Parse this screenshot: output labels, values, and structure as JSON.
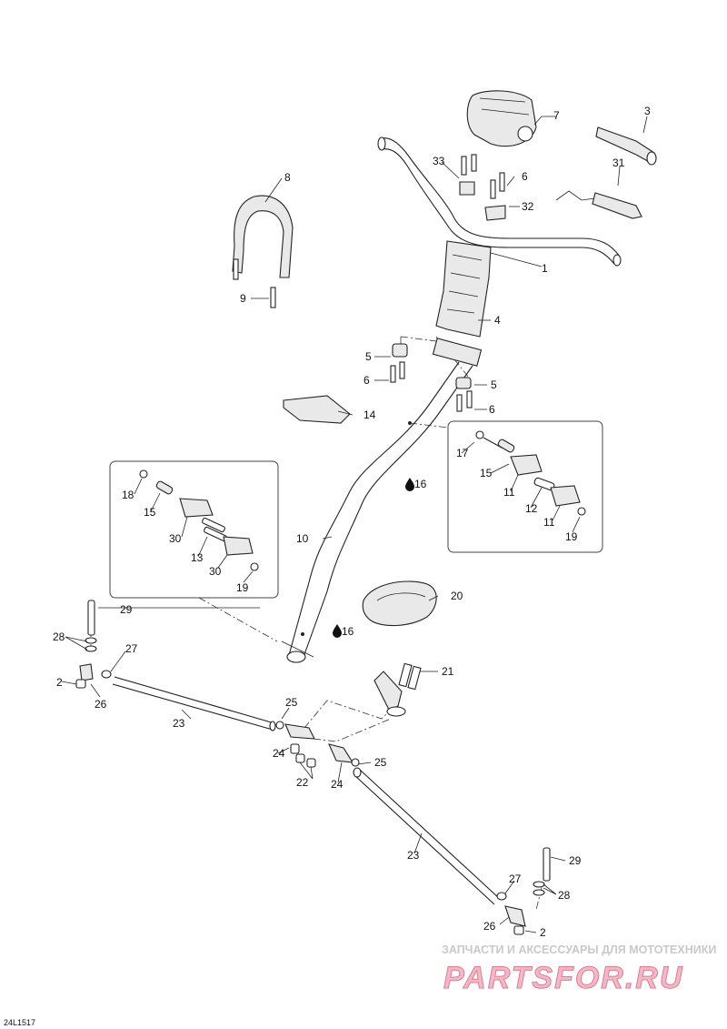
{
  "callouts": {
    "c1": "1",
    "c2a": "2",
    "c2b": "2",
    "c3": "3",
    "c4": "4",
    "c5a": "5",
    "c5b": "5",
    "c6a": "6",
    "c6b": "6",
    "c6c": "6",
    "c7": "7",
    "c8": "8",
    "c9": "9",
    "c10": "10",
    "c11a": "11",
    "c11b": "11",
    "c12": "12",
    "c13": "13",
    "c14": "14",
    "c15a": "15",
    "c15b": "15",
    "c16a": "16",
    "c16b": "16",
    "c17": "17",
    "c18": "18",
    "c19a": "19",
    "c19b": "19",
    "c20": "20",
    "c21": "21",
    "c22": "22",
    "c23a": "23",
    "c23b": "23",
    "c24a": "24",
    "c24b": "24",
    "c25a": "25",
    "c25b": "25",
    "c26a": "26",
    "c26b": "26",
    "c27a": "27",
    "c27b": "27",
    "c28a": "28",
    "c28b": "28",
    "c29a": "29",
    "c29b": "29",
    "c30a": "30",
    "c30b": "30",
    "c31": "31",
    "c32": "32",
    "c33": "33"
  },
  "watermark": {
    "subtitle": "ЗАПЧАСТИ И АКСЕССУАРЫ ДЛЯ МОТОТЕХНИКИ",
    "brand": "PARTSFOR.RU"
  },
  "drawing_code": "24L1517"
}
